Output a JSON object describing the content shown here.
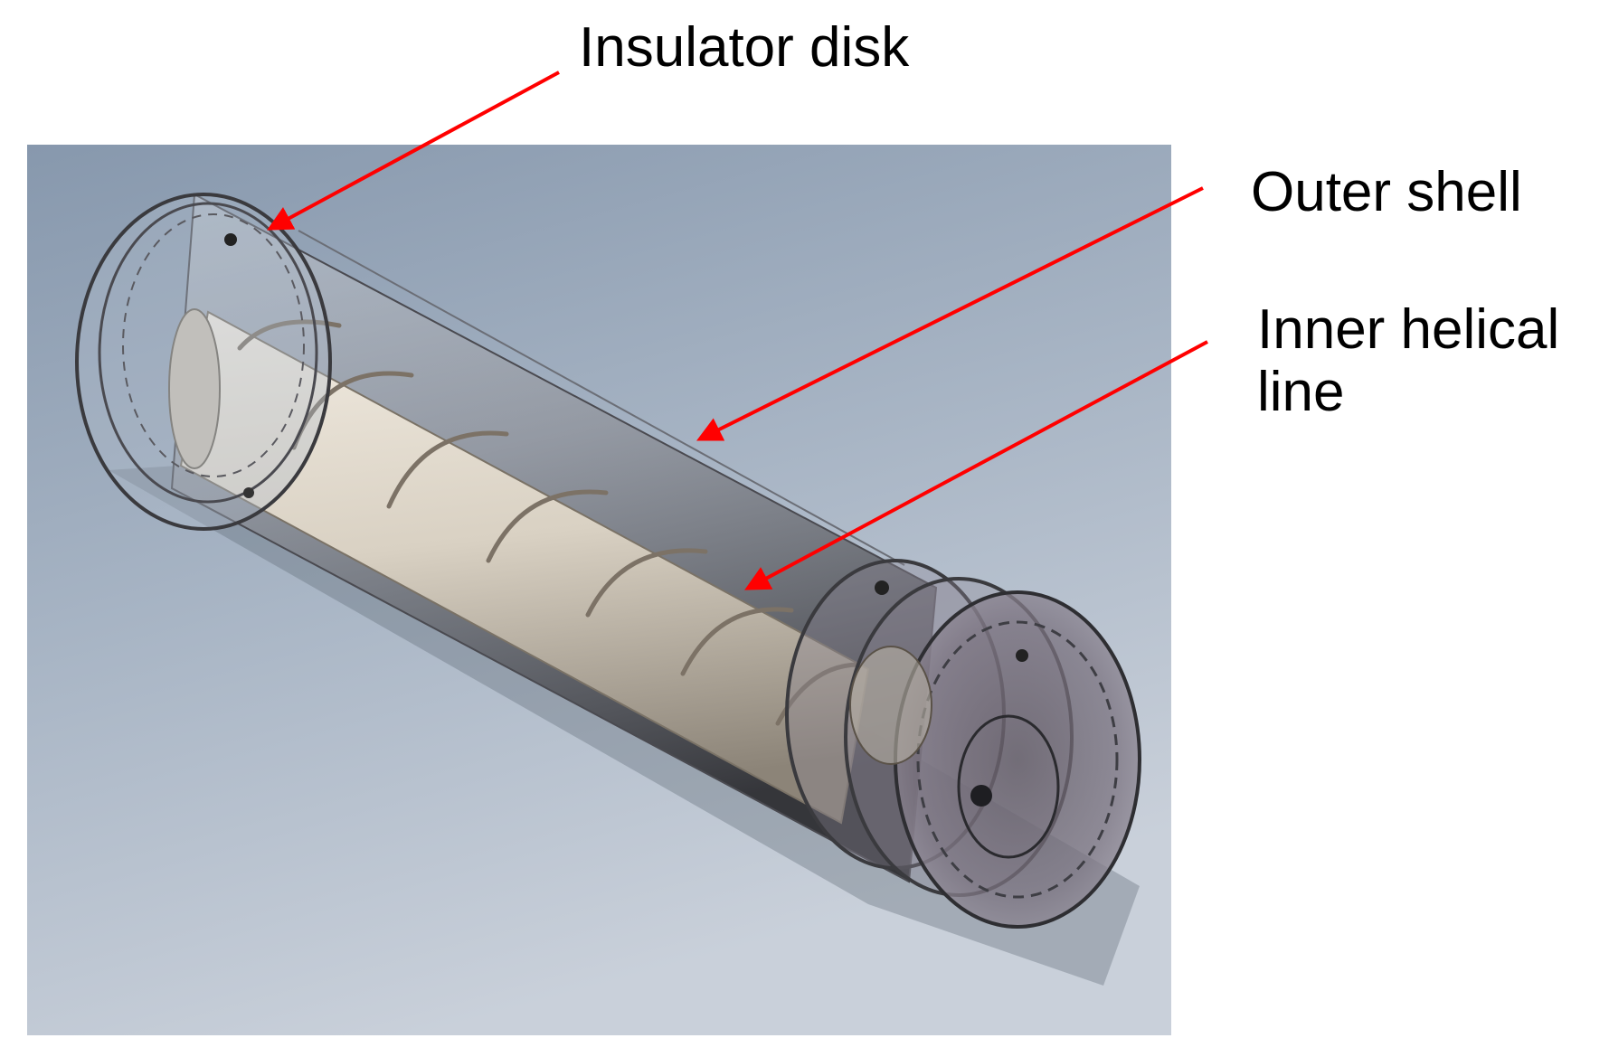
{
  "labels": {
    "insulator_disk": "Insulator disk",
    "outer_shell": "Outer shell",
    "inner_helical_line_1": "Inner helical",
    "inner_helical_line_2": "line"
  },
  "colors": {
    "background_top": "#8a9cb0",
    "background_bottom": "#c4ccd8",
    "arrow": "#ff0000",
    "inner_conductor": "#d8d0c2",
    "shell": "#5c5c60",
    "disk_edge": "#3a3a3e"
  }
}
